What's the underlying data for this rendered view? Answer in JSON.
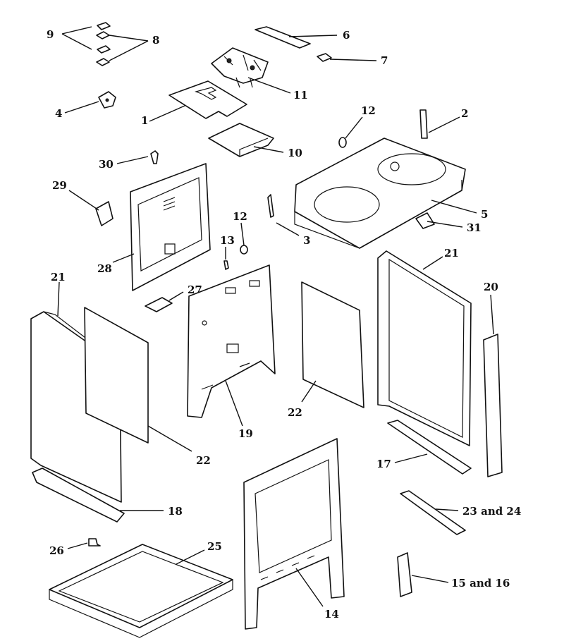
{
  "diagram": {
    "callouts": {
      "c1": "1",
      "c2": "2",
      "c3": "3",
      "c4": "4",
      "c5": "5",
      "c6": "6",
      "c7": "7",
      "c8": "8",
      "c9": "9",
      "c10": "10",
      "c11": "11",
      "c12a": "12",
      "c12b": "12",
      "c13": "13",
      "c14": "14",
      "c15_16": "15 and 16",
      "c17": "17",
      "c18": "18",
      "c19": "19",
      "c20": "20",
      "c21a": "21",
      "c21b": "21",
      "c22a": "22",
      "c22b": "22",
      "c23_24": "23 and 24",
      "c25": "25",
      "c26": "26",
      "c27": "27",
      "c28": "28",
      "c29": "29",
      "c30": "30",
      "c31": "31"
    }
  }
}
